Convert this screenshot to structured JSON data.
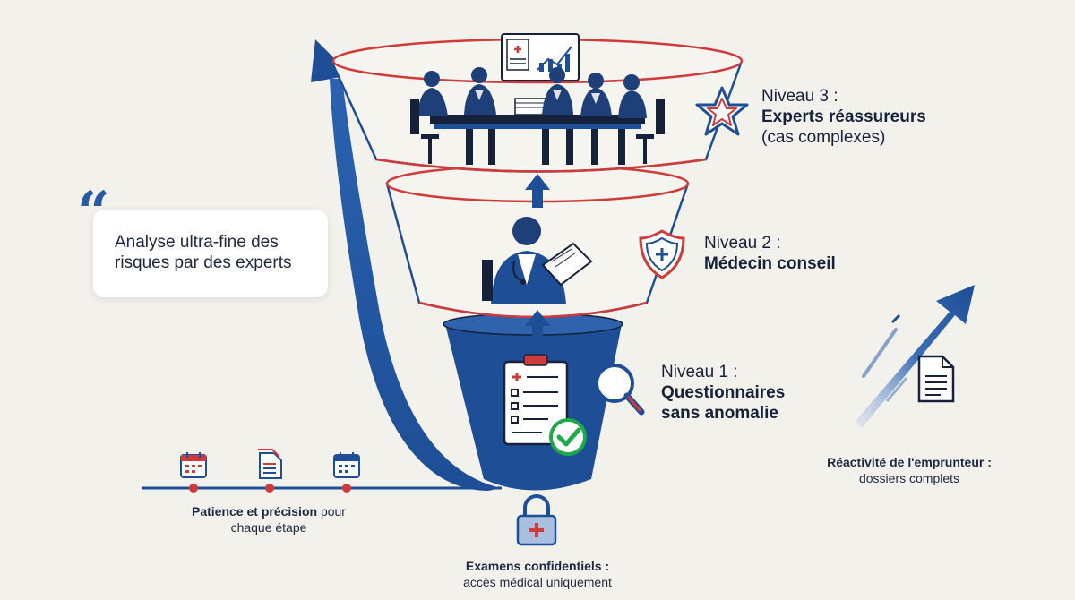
{
  "quote": {
    "mark": "“",
    "text": "Analyse ultra-fine des risques par des experts"
  },
  "levels": [
    {
      "line1": "Niveau 3 :",
      "line2": "Experts réassureurs",
      "line3": "(cas complexes)",
      "icon": "star-icon"
    },
    {
      "line1": "Niveau 2 :",
      "line2": "Médecin conseil",
      "line3": "",
      "icon": "shield-cross-icon"
    },
    {
      "line1": "Niveau 1 :",
      "line2": "Questionnaires",
      "line3": "sans anomalie",
      "icon": "magnifier-icon"
    }
  ],
  "timeline": {
    "caption_bold": "Patience et précision",
    "caption_rest": " pour",
    "caption_line2": "chaque étape",
    "icons": [
      "calendar-icon",
      "document-icon",
      "calendar-icon"
    ]
  },
  "exams": {
    "title": "Examens confidentiels :",
    "subtitle": "accès médical uniquement",
    "icon": "padlock-icon"
  },
  "reactivity": {
    "title": "Réactivité de l'emprunteur :",
    "subtitle": "dossiers complets",
    "icon": "rising-arrow-icon"
  },
  "colors": {
    "navy": "#1e4e95",
    "red": "#d03a3a",
    "dark": "#16213a",
    "green": "#1faa4a",
    "bg": "#f3f1ec"
  }
}
